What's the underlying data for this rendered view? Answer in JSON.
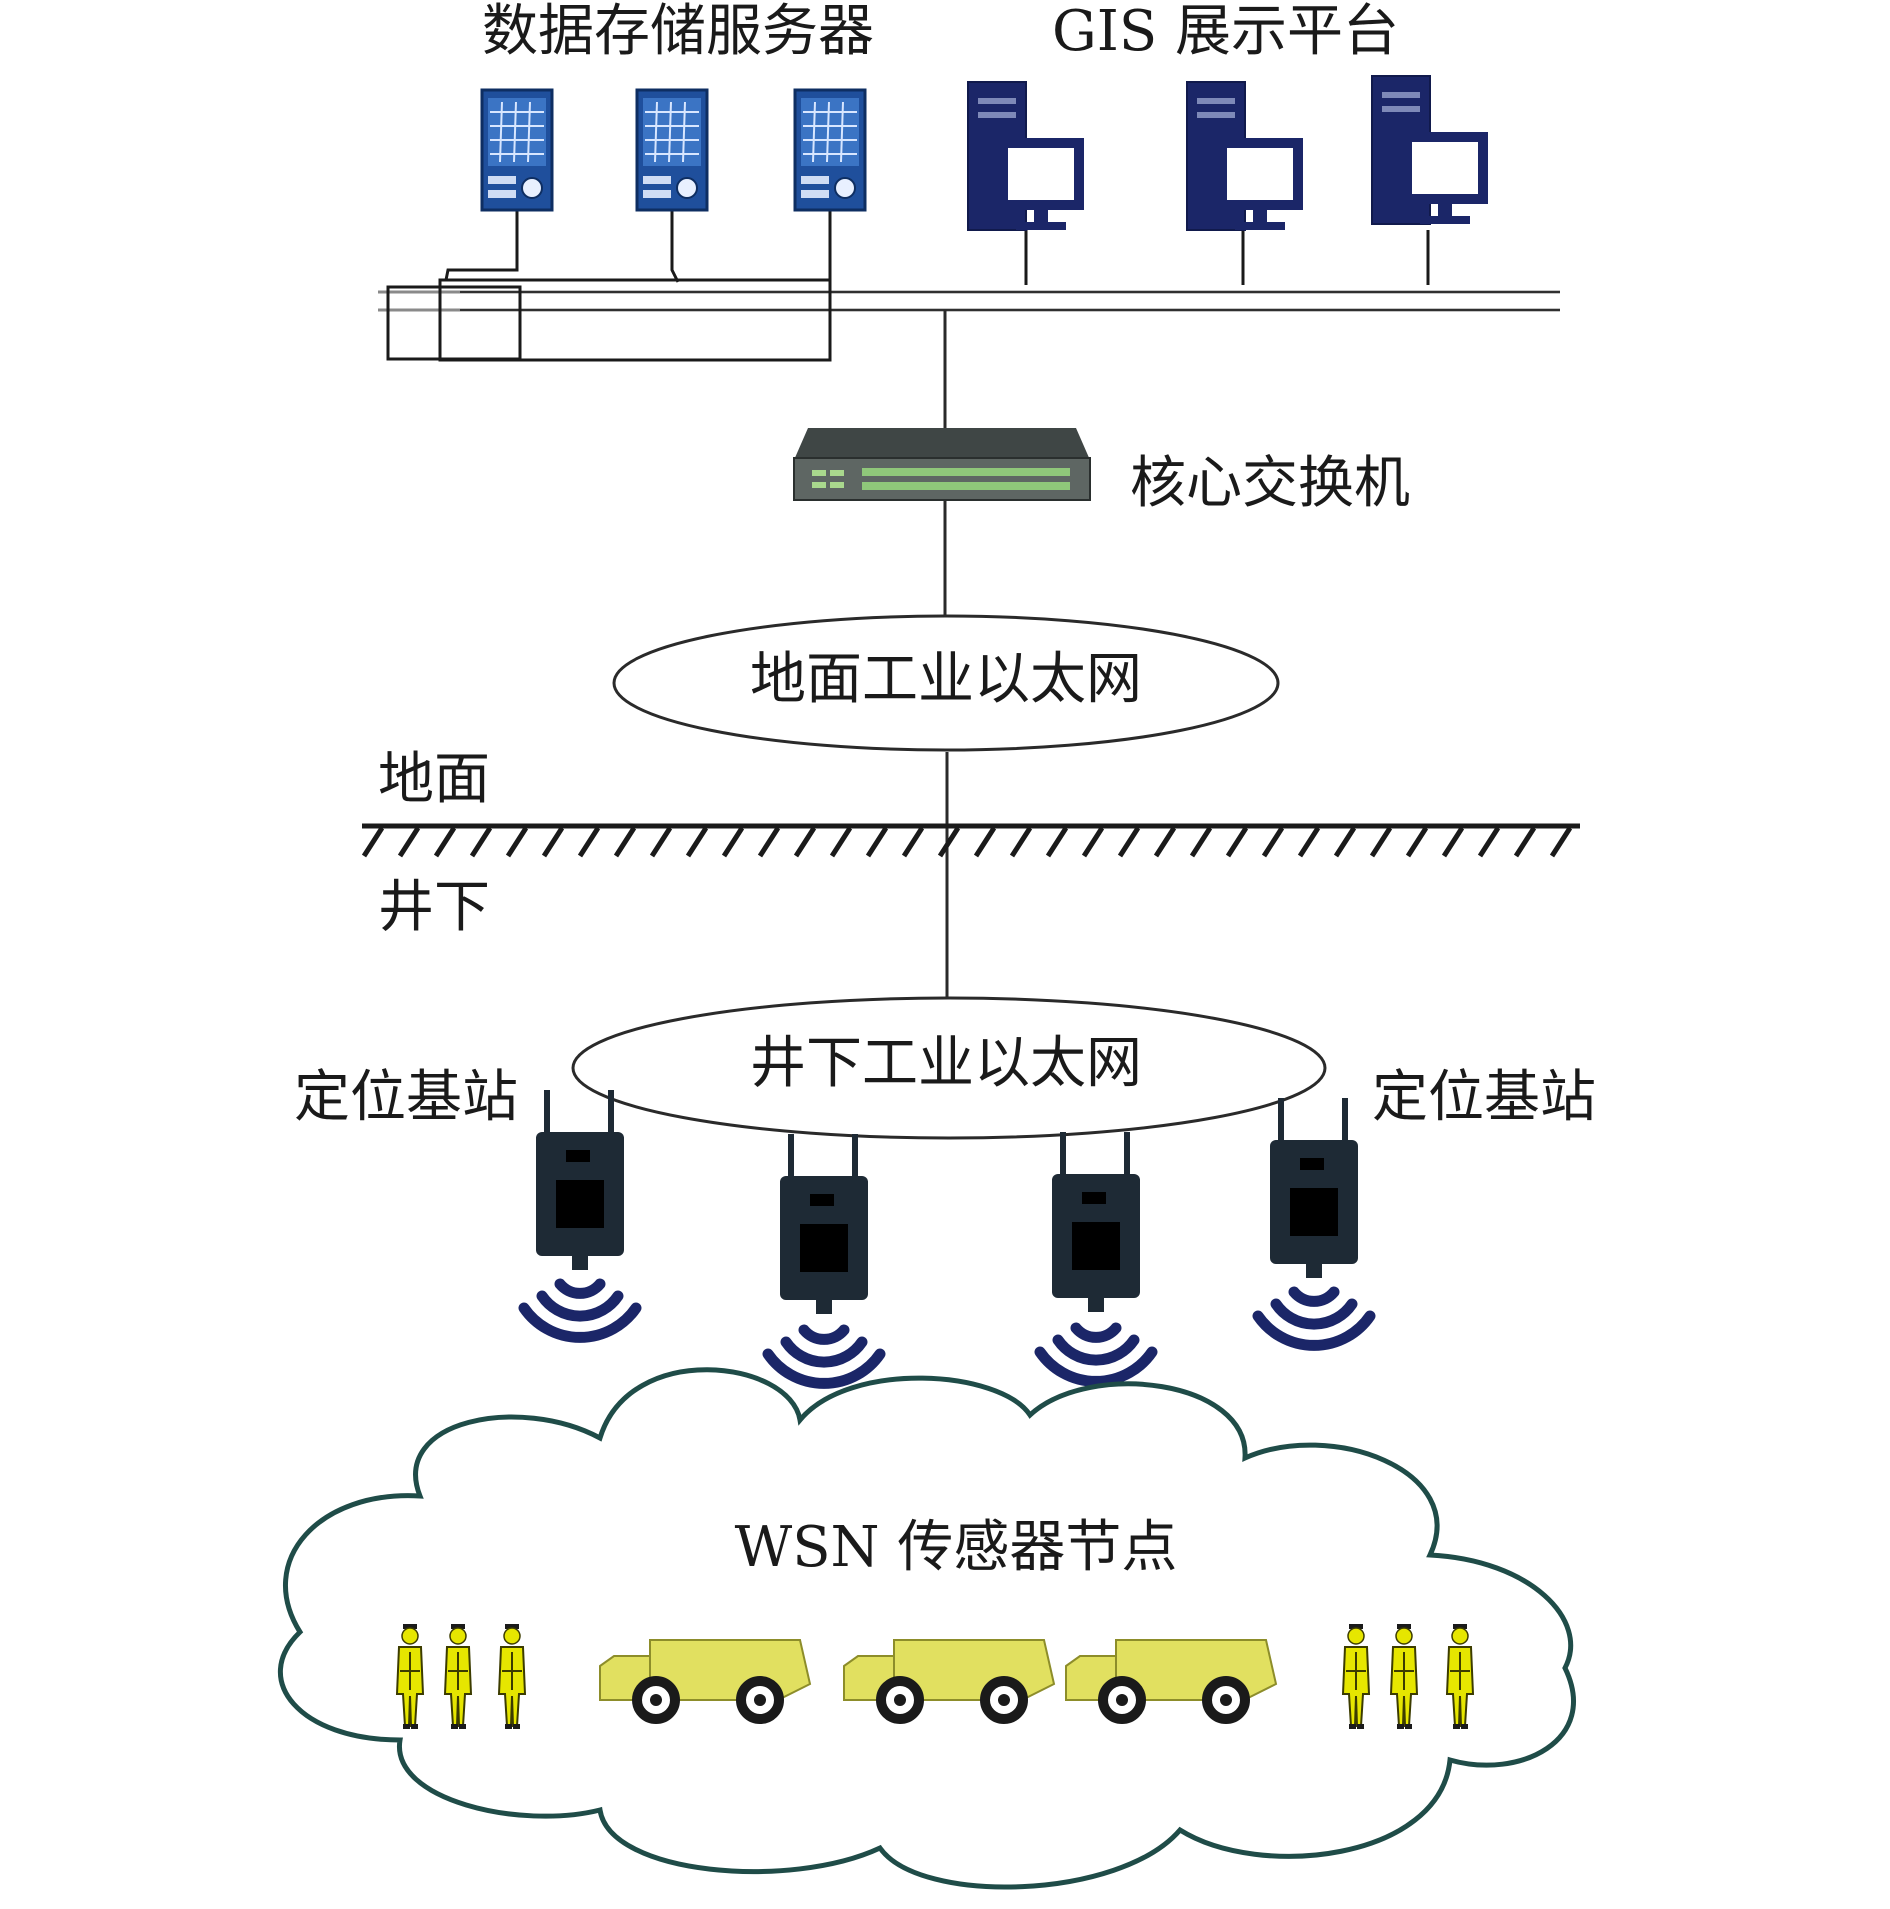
{
  "labels": {
    "storage_servers": "数据存储服务器",
    "gis_platform": "GIS 展示平台",
    "core_switch": "核心交换机",
    "ground_ethernet": "地面工业以太网",
    "ground": "地面",
    "underground": "井下",
    "underground_ethernet": "井下工业以太网",
    "base_station_left": "定位基站",
    "base_station_right": "定位基站",
    "wsn_nodes": "WSN 传感器节点"
  },
  "colors": {
    "server_blue": "#1f4f9c",
    "computer_navy": "#1b2668",
    "switch_gray": "#5e6663",
    "base_station_dark": "#1e2a35",
    "wave_navy": "#1b2668",
    "cloud_outline": "#1f4c48",
    "worker_yellow": "#e6e600",
    "truck_yellow": "#e1e060"
  },
  "icons": {
    "server": "server-icon",
    "computer": "computer-icon",
    "switch": "network-switch-icon",
    "base_station": "base-station-icon",
    "signal": "wireless-signal-icon",
    "worker": "miner-worker-icon",
    "truck": "mining-truck-icon"
  }
}
